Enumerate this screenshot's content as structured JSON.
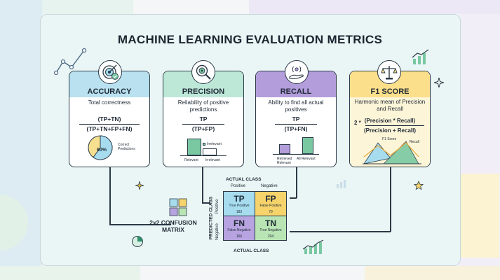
{
  "title": "MACHINE LEARNING EVALUATION METRICS",
  "cards": [
    {
      "name": "ACCURACY",
      "desc": "Total correctness",
      "numerator": "(TP+TN)",
      "denominator": "(TP+TN+FP+FN)",
      "visual": {
        "percent_label": "60%",
        "value_percent": 60,
        "caption_line1": "Correct",
        "caption_line2": "Predictions"
      },
      "icon": "target-check-icon"
    },
    {
      "name": "PRECISION",
      "desc": "Reliability of positive predictions",
      "numerator": "TP",
      "denominator": "(TP+FP)",
      "visual": {
        "relevant_label": "Relevant",
        "irrelevant_label": "Irrelevant",
        "top_label": "Irrelevant"
      },
      "icon": "magnifier-target-icon"
    },
    {
      "name": "RECALL",
      "desc": "Ability to find all actual positives",
      "numerator": "TP",
      "denominator": "(TP+FN)",
      "visual": {
        "retrieved_line1": "Retrieved",
        "retrieved_line2": "Relevant",
        "all_label": "All Relevant"
      },
      "icon": "hand-signal-icon"
    },
    {
      "name": "F1 SCORE",
      "desc": "Harmonic mean of Precision and Recall",
      "prefix": "2 *",
      "numerator": "(Precision * Recall)",
      "denominator": "(Precision + Recall)",
      "visual": {
        "f1_label": "F1 Score",
        "recall_label": "Recall"
      },
      "icon": "balance-scale-icon"
    }
  ],
  "confusion": {
    "title": "2x2 CONFUSION",
    "title2": "MATRIX",
    "actual_class": "ACTUAL CLASS",
    "predicted_class": "PREDICTED CLASS",
    "positive": "Positive",
    "negative": "Negative",
    "cells": [
      {
        "code": "TP",
        "name": "True Positive",
        "count": "183"
      },
      {
        "code": "FP",
        "name": "False Positive",
        "count": "79"
      },
      {
        "code": "FN",
        "name": "False Negative",
        "count": "166"
      },
      {
        "code": "TN",
        "name": "True Negative",
        "count": "204"
      }
    ]
  },
  "colors": {
    "accuracy": "#b9e1f0",
    "precision": "#bde8d8",
    "recall": "#b39ddb",
    "f1": "#fbdf8a",
    "tp": "#a7dcef",
    "fp": "#f6d46b",
    "fn": "#b7a3e0",
    "tn": "#b9e4b4",
    "accent_green": "#79c8a2"
  }
}
